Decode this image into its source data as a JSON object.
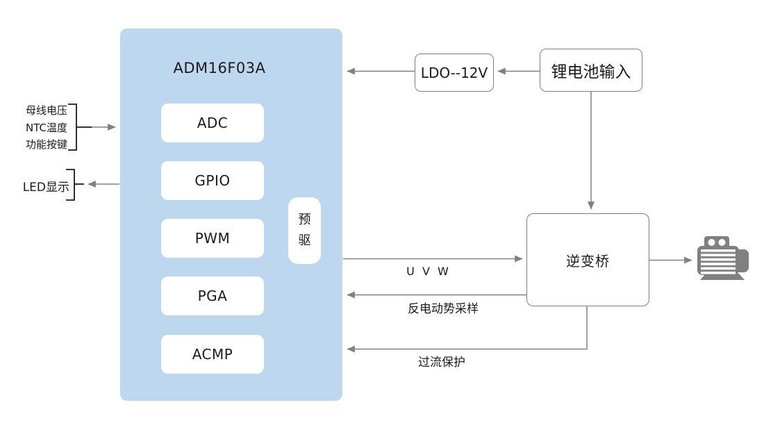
{
  "diagram": {
    "chip": {
      "title": "ADM16F03A",
      "modules": [
        "ADC",
        "GPIO",
        "PWM",
        "PGA",
        "ACMP"
      ],
      "predriver": "预驱"
    },
    "left_inputs": [
      "母线电压",
      "NTC温度",
      "功能按键"
    ],
    "led_label": "LED显示",
    "ldo_label": "LDO--12V",
    "battery_label": "锂电池输入",
    "inverter_label": "逆变桥",
    "arrow_labels": {
      "uvw": "U V W",
      "back_emf": "反电动势采样",
      "overcurrent": "过流保护"
    },
    "colors": {
      "chip_fill": "#BCD7EE",
      "module_fill": "#FFFFFF",
      "box_border": "#7F7F7F",
      "line": "#808080",
      "text": "#1A1A1A",
      "motor": "#808080"
    }
  }
}
